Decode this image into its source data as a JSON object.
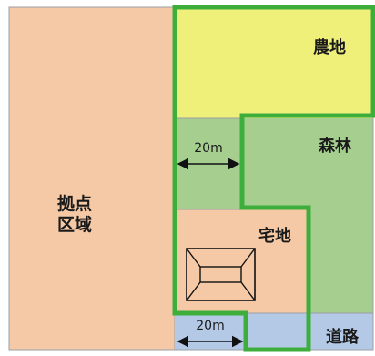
{
  "labels": {
    "base_area_line1": "拠点",
    "base_area_line2": "区域",
    "farmland": "農地",
    "forest": "森林",
    "residential": "宅地",
    "road": "道路"
  },
  "dimensions": {
    "upper": "20m",
    "lower": "20m"
  },
  "colors": {
    "base_area": "#f5c9a5",
    "farmland": "#eef07a",
    "forest": "#a5ce8f",
    "residential": "#f5c9a5",
    "road": "#b4c9e6",
    "boundary_line": "#3dae3c",
    "grey_border": "#9aa0a6",
    "residential_dashed": "#d9534f"
  }
}
